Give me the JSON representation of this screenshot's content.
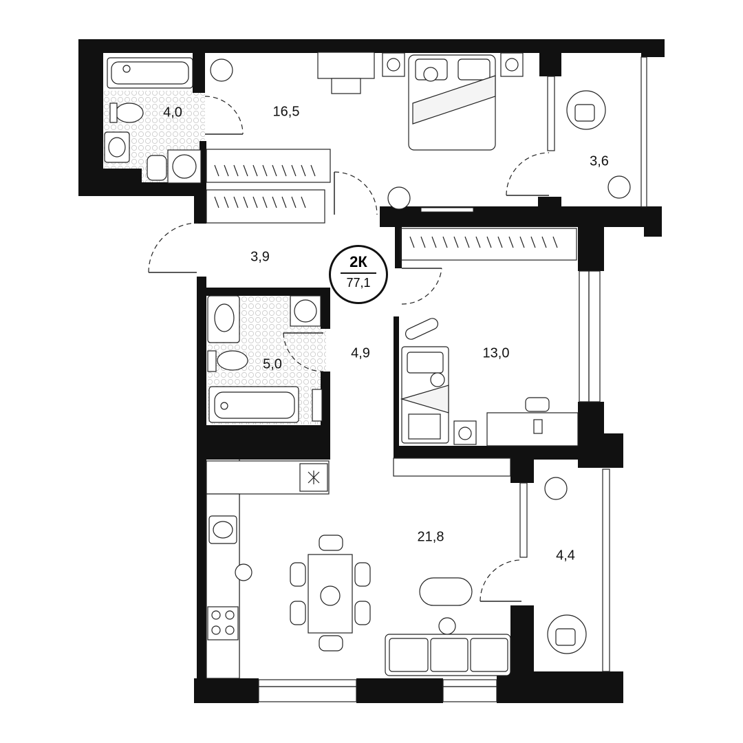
{
  "badge": {
    "type": "2К",
    "area": "77,1"
  },
  "rooms": {
    "bath_top": "4,0",
    "bedroom": "16,5",
    "balcony_top": "3,6",
    "hall": "3,9",
    "bath_middle": "5,0",
    "corridor": "4,9",
    "kids_room": "13,0",
    "living_kitchen": "21,8",
    "balcony_bottom": "4,4"
  },
  "colors": {
    "wall": "#111111",
    "tile": "#cfcfcf",
    "line": "#222222"
  }
}
